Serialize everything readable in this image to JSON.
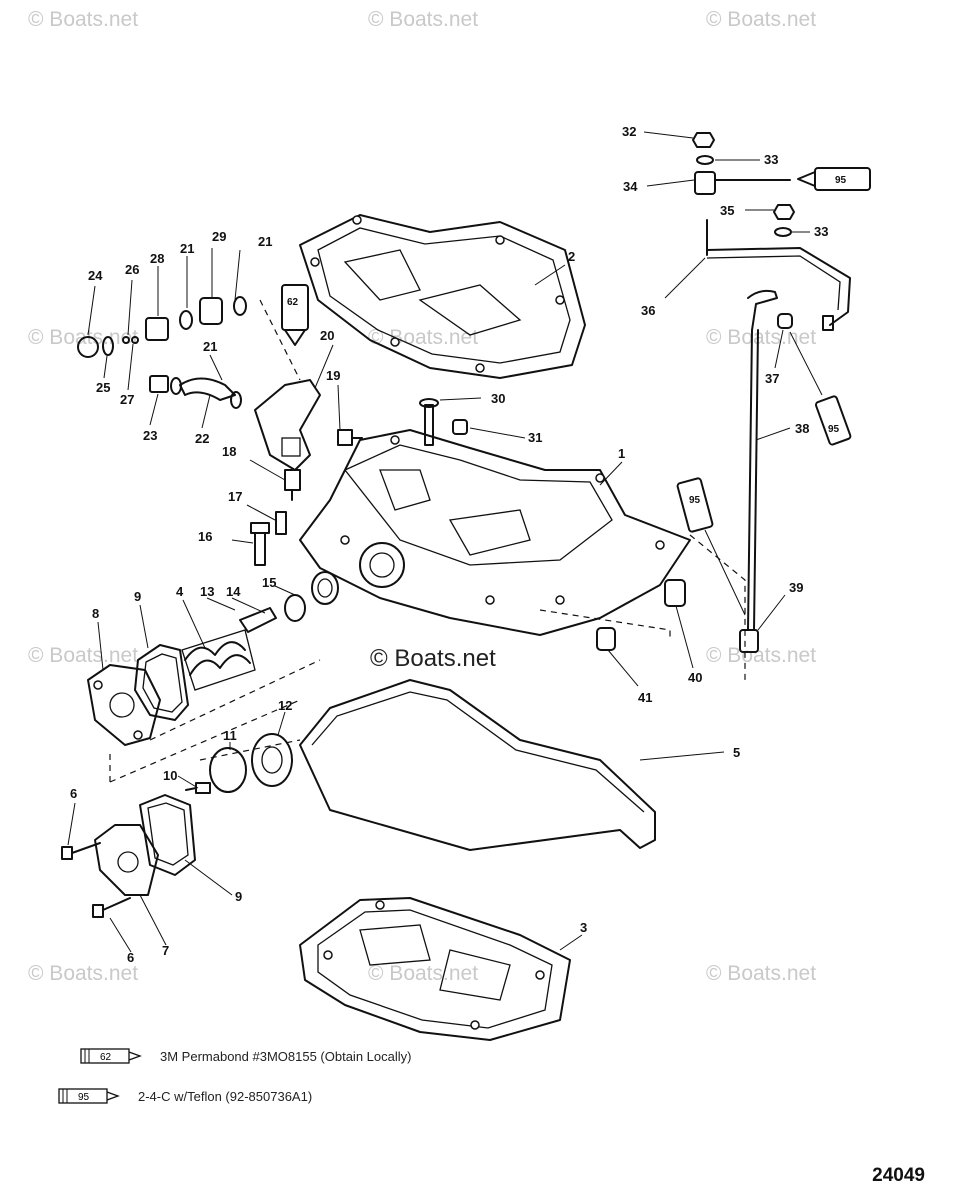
{
  "watermark": "© Boats.net",
  "center_watermark": "© Boats.net",
  "callouts": [
    "1",
    "2",
    "3",
    "4",
    "5",
    "6",
    "6",
    "7",
    "8",
    "9",
    "9",
    "10",
    "11",
    "12",
    "13",
    "14",
    "15",
    "16",
    "17",
    "18",
    "19",
    "20",
    "21",
    "21",
    "21",
    "22",
    "23",
    "24",
    "25",
    "26",
    "27",
    "28",
    "29",
    "30",
    "31",
    "32",
    "33",
    "33",
    "34",
    "35",
    "36",
    "37",
    "38",
    "39",
    "40",
    "41"
  ],
  "tube_labels": {
    "permabond": "62",
    "teflon": "95"
  },
  "legend": [
    {
      "code": "62",
      "text": "3M Permabond #3MO8155 (Obtain Locally)"
    },
    {
      "code": "95",
      "text": "2-4-C w/Teflon (92-850736A1)"
    }
  ],
  "diagram_number": "24049"
}
